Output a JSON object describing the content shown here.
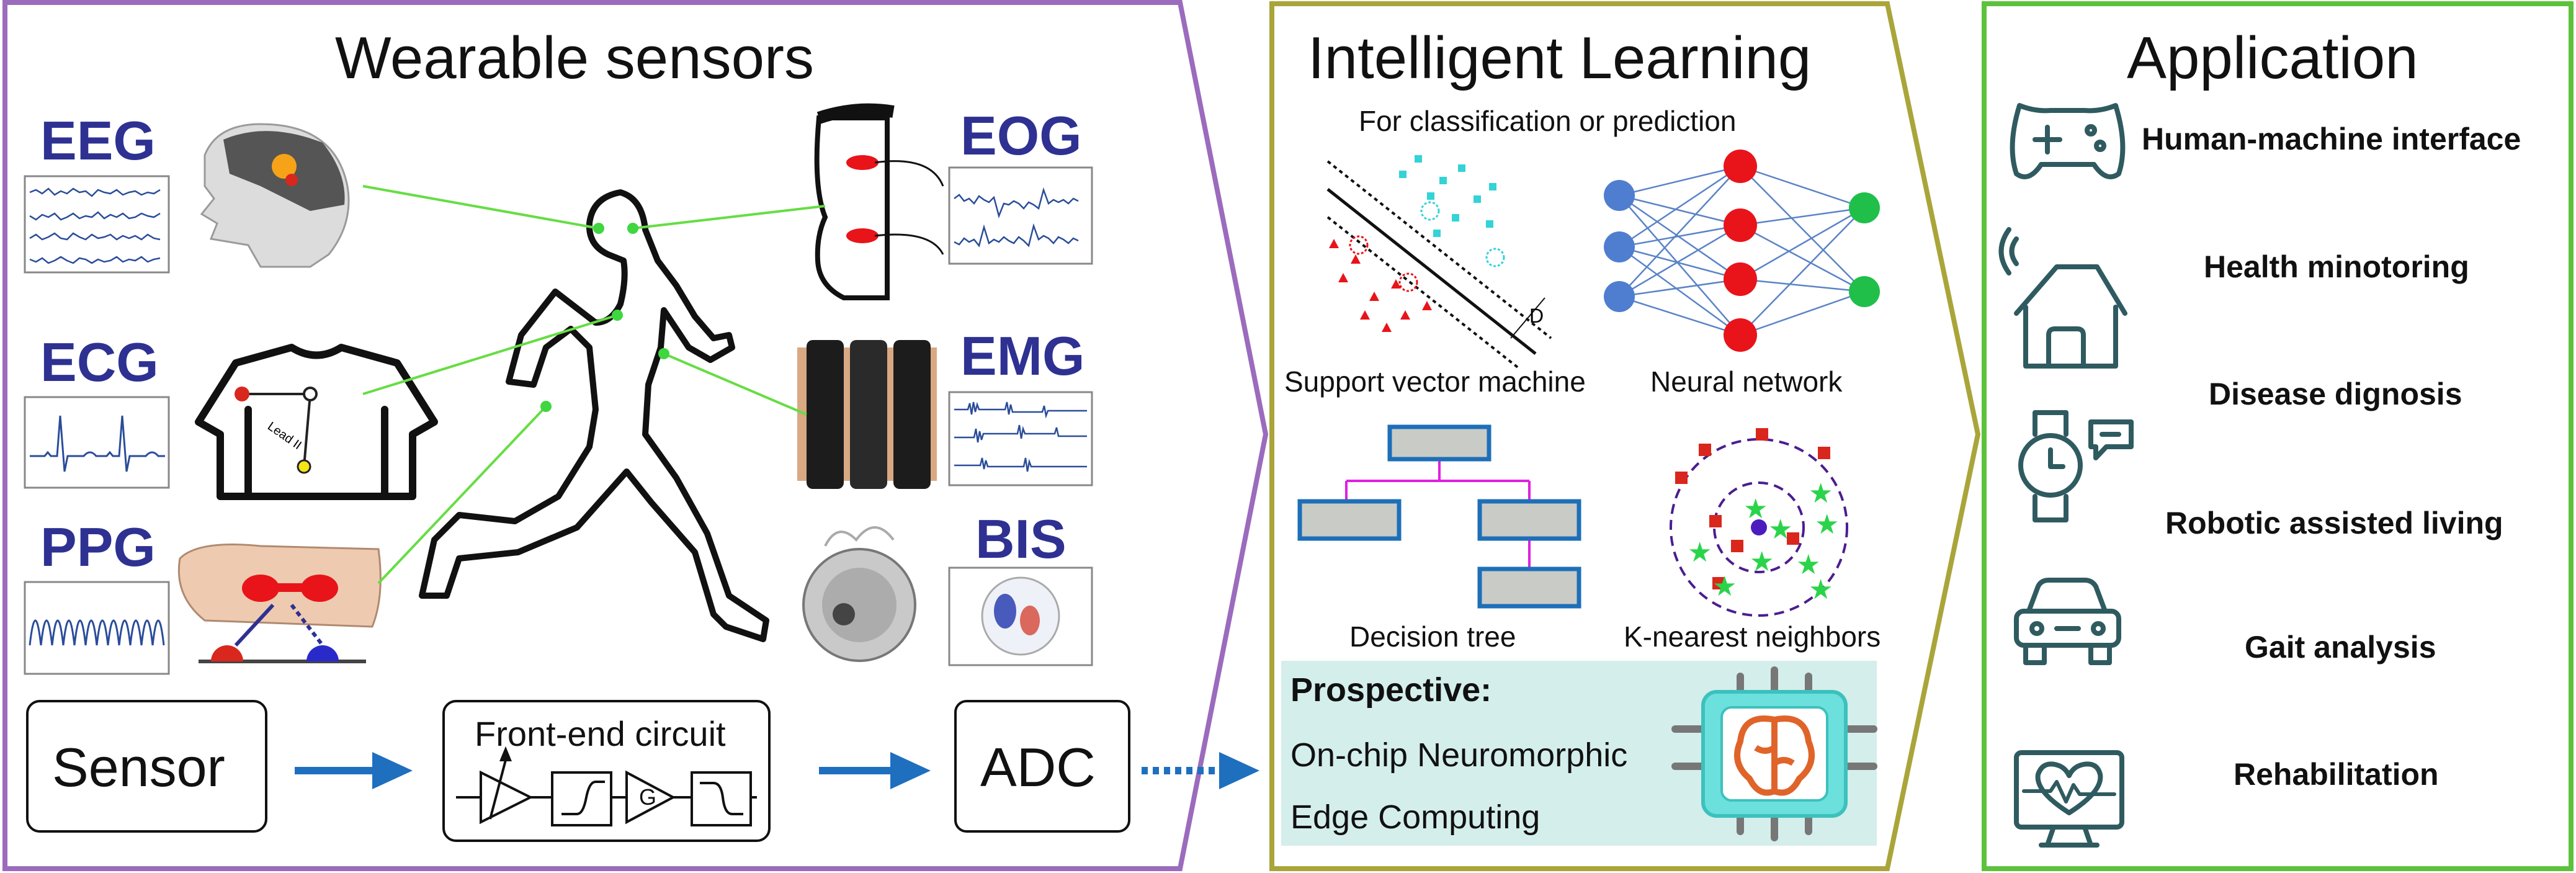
{
  "sensors": {
    "title": "Wearable sensors",
    "signals": {
      "eeg": "EEG",
      "ecg": "ECG",
      "ppg": "PPG",
      "eog": "EOG",
      "emg": "EMG",
      "bis": "BIS"
    },
    "ecg_lead": "Lead II",
    "pipeline": {
      "sensor": "Sensor",
      "front_end": "Front-end circuit",
      "gain": "G",
      "adc": "ADC"
    }
  },
  "learning": {
    "title": "Intelligent Learning",
    "subtitle": "For classification or prediction",
    "methods": {
      "svm": "Support vector machine",
      "nn": "Neural network",
      "dt": "Decision tree",
      "knn": "K-nearest neighbors"
    },
    "svm_margin": "D",
    "prospective": {
      "heading": "Prospective:",
      "line1": "On-chip Neuromorphic",
      "line2": "Edge Computing"
    }
  },
  "application": {
    "title": "Application",
    "items": [
      {
        "label": "Human-machine interface",
        "icon": "gamepad-icon"
      },
      {
        "label": "Health minotoring",
        "icon": "smart-home-icon"
      },
      {
        "label": "Disease dignosis",
        "icon": "smartwatch-icon"
      },
      {
        "label": "Robotic assisted living",
        "icon": "car-icon"
      },
      {
        "label": "Gait analysis",
        "icon": "car-icon"
      },
      {
        "label": "Rehabilitation",
        "icon": "heart-monitor-icon"
      }
    ]
  },
  "colors": {
    "sensors_border": "#9b6bbd",
    "learning_border": "#a9a53a",
    "application_border": "#5cc23b",
    "signal_text": "#2e3192",
    "arrow_blue": "#1f6fbf",
    "link_green": "#66dd44",
    "icon_teal": "#2f5b60",
    "prospective_bg": "#d4eeeb"
  }
}
